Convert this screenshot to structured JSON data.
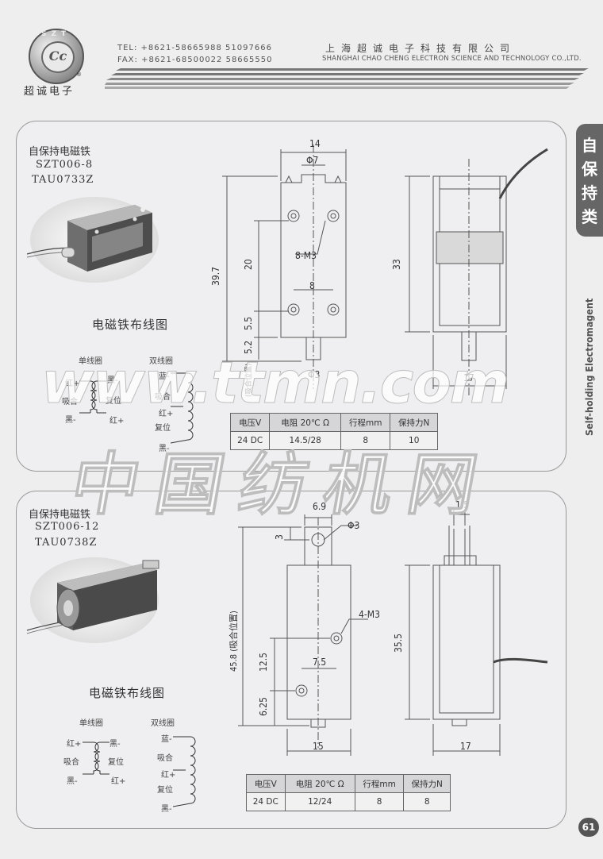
{
  "header": {
    "logo_letters": "SZT",
    "logo_mark": "Cc",
    "logo_name": "超诚电子",
    "tel": "TEL: +8621-58665988  51097666",
    "fax": "FAX: +8621-68500022  58665550",
    "company_cn": "上海超诚电子科技有限公司",
    "company_en": "SHANGHAI CHAO CHENG ELECTRON SCIENCE AND TECHNOLOGY CO.,LTD."
  },
  "side_tab": {
    "cn": [
      "自",
      "保",
      "持",
      "类"
    ],
    "en": "Self-holding Electromagent"
  },
  "watermark": {
    "url": "www.ttmn.com",
    "cn": "中国纺机网"
  },
  "products": [
    {
      "title": "自保持电磁铁",
      "model": "SZT006-8",
      "code": "TAU0733Z",
      "wiring_title": "电磁铁布线图",
      "single_coil": {
        "heading": "单线圈",
        "left": [
          "红+",
          "吸合",
          "黑-"
        ],
        "right": [
          "黑-",
          "复位",
          "红+"
        ]
      },
      "double_coil": {
        "heading": "双线圈",
        "labels": [
          "蓝-",
          "吸合",
          "红+",
          "复位",
          "黑-"
        ]
      },
      "spec_headers": [
        "电压V",
        "电阻 20℃ Ω",
        "行程mm",
        "保持力N"
      ],
      "spec_values": [
        "24  DC",
        "14.5/28",
        "8",
        "10"
      ],
      "dims": {
        "width": "14",
        "hole_dia": "Φ7",
        "height": "39.7",
        "d20": "20",
        "d8": "8",
        "d55": "5.5",
        "d52": "5.2",
        "screw": "8-M3",
        "pin_dia": "Φ3",
        "pos_label": "(吸合位置)",
        "side_h": "33",
        "side_w": "17"
      }
    },
    {
      "title": "自保持电磁铁",
      "model": "SZT006-12",
      "code": "TAU0738Z",
      "wiring_title": "电磁铁布线图",
      "single_coil": {
        "heading": "单线圈",
        "left": [
          "红+",
          "吸合",
          "黑-"
        ],
        "right": [
          "黑-",
          "复位",
          "红+"
        ]
      },
      "double_coil": {
        "heading": "双线圈",
        "labels": [
          "蓝-",
          "吸合",
          "红+",
          "复位",
          "黑-"
        ]
      },
      "spec_headers": [
        "电压V",
        "电阻 20℃ Ω",
        "行程mm",
        "保持力N"
      ],
      "spec_values": [
        "24  DC",
        "12/24",
        "8",
        "8"
      ],
      "dims": {
        "top_w": "6.9",
        "hole_dia": "Φ3",
        "d3": "3",
        "height": "45.8 (吸合位置)",
        "screw": "4-M3",
        "d125": "12.5",
        "d75": "7.5",
        "d625": "6.25",
        "width": "15",
        "side_top": "1.5",
        "side_h": "35.5",
        "side_w": "17"
      }
    }
  ],
  "page_number": "61"
}
